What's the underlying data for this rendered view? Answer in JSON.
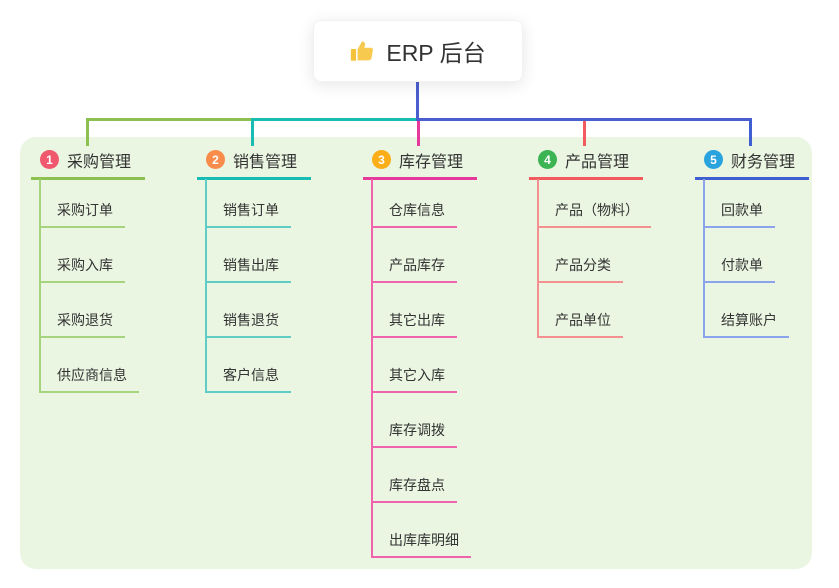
{
  "canvas": {
    "page_bg": "#ffffff",
    "panel_bg": "#eaf6e2"
  },
  "root": {
    "label": "ERP 后台",
    "icon": "thumbs-up-icon",
    "icon_color": "#f5c33b",
    "line_color": "#4a5ed0"
  },
  "branches": [
    {
      "badge": "1",
      "label": "采购管理",
      "badge_color": "#f0586e",
      "line_color": "#8cc152",
      "child_line_color": "#a6d37e",
      "children": [
        "采购订单",
        "采购入库",
        "采购退货",
        "供应商信息"
      ]
    },
    {
      "badge": "2",
      "label": "销售管理",
      "badge_color": "#fa8c4b",
      "line_color": "#19bcb2",
      "child_line_color": "#5fccc5",
      "children": [
        "销售订单",
        "销售出库",
        "销售退货",
        "客户信息"
      ]
    },
    {
      "badge": "3",
      "label": "库存管理",
      "badge_color": "#fbae17",
      "line_color": "#e53a9c",
      "child_line_color": "#f064ae",
      "children": [
        "仓库信息",
        "产品库存",
        "其它出库",
        "其它入库",
        "库存调拨",
        "库存盘点",
        "出库库明细"
      ]
    },
    {
      "badge": "4",
      "label": "产品管理",
      "badge_color": "#3cb454",
      "line_color": "#f25a5e",
      "child_line_color": "#f49090",
      "children": [
        "产品（物料）",
        "产品分类",
        "产品单位"
      ]
    },
    {
      "badge": "5",
      "label": "财务管理",
      "badge_color": "#29a3dd",
      "line_color": "#3f5ed2",
      "child_line_color": "#8aa3ea",
      "children": [
        "回款单",
        "付款单",
        "结算账户"
      ]
    }
  ]
}
